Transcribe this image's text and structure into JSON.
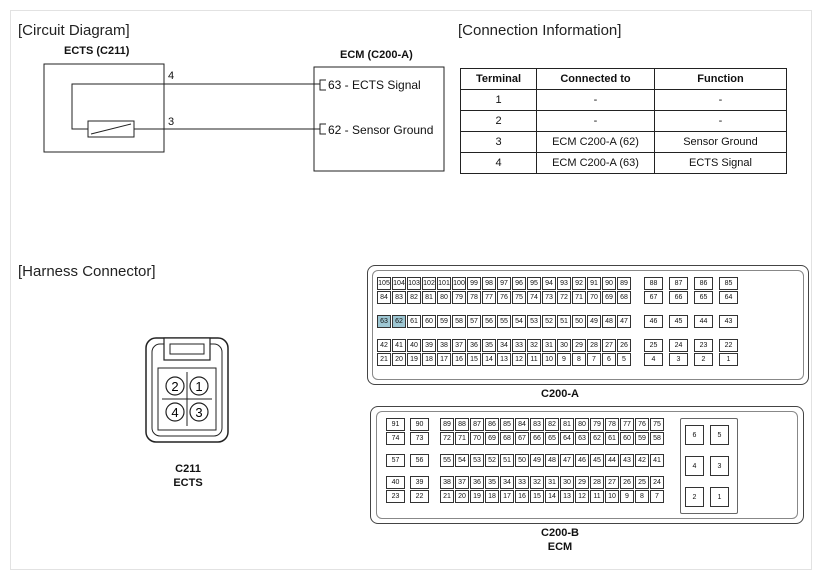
{
  "circuit": {
    "title": "[Circuit Diagram]",
    "ects_label": "ECTS (C211)",
    "ecm_label": "ECM (C200-A)",
    "pin4": "4",
    "pin3": "3",
    "ecm_pin63": "63 - ECTS Signal",
    "ecm_pin62": "62 - Sensor Ground"
  },
  "connection": {
    "title": "[Connection Information]",
    "headers": [
      "Terminal",
      "Connected to",
      "Function"
    ],
    "rows": [
      [
        "1",
        "-",
        "-"
      ],
      [
        "2",
        "-",
        "-"
      ],
      [
        "3",
        "ECM C200-A (62)",
        "Sensor Ground"
      ],
      [
        "4",
        "ECM C200-A (63)",
        "ECTS Signal"
      ]
    ]
  },
  "harness": {
    "title": "[Harness Connector]",
    "c211_pins": [
      "2",
      "1",
      "4",
      "3"
    ],
    "c211_caption1": "C211",
    "c211_caption2": "ECTS"
  },
  "c200a": {
    "caption": "C200-A",
    "highlight_color": "#9ec7d3",
    "main_rows": [
      [
        "105",
        "104",
        "103",
        "102",
        "101",
        "100",
        "99",
        "98",
        "97",
        "96",
        "95",
        "94",
        "93",
        "92",
        "91",
        "90",
        "89"
      ],
      [
        "84",
        "83",
        "82",
        "81",
        "80",
        "79",
        "78",
        "77",
        "76",
        "75",
        "74",
        "73",
        "72",
        "71",
        "70",
        "69",
        "68"
      ],
      [
        "63",
        "62",
        "61",
        "60",
        "59",
        "58",
        "57",
        "56",
        "55",
        "54",
        "53",
        "52",
        "51",
        "50",
        "49",
        "48",
        "47"
      ],
      [
        "42",
        "41",
        "40",
        "39",
        "38",
        "37",
        "36",
        "35",
        "34",
        "33",
        "32",
        "31",
        "30",
        "29",
        "28",
        "27",
        "26"
      ],
      [
        "21",
        "20",
        "19",
        "18",
        "17",
        "16",
        "15",
        "14",
        "13",
        "12",
        "11",
        "10",
        "9",
        "8",
        "7",
        "6",
        "5"
      ]
    ],
    "side_rows": [
      [
        "88",
        "87",
        "86",
        "85"
      ],
      [
        "67",
        "66",
        "65",
        "64"
      ],
      [
        "46",
        "45",
        "44",
        "43"
      ],
      [
        "25",
        "24",
        "23",
        "22"
      ],
      [
        "4",
        "3",
        "2",
        "1"
      ]
    ],
    "highlighted": [
      "63",
      "62"
    ]
  },
  "c200b": {
    "caption1": "C200-B",
    "caption2": "ECM",
    "left_rows": [
      [
        "91",
        "90"
      ],
      [
        "74",
        "73"
      ],
      [
        "57",
        "56"
      ],
      [
        "40",
        "39"
      ],
      [
        "23",
        "22"
      ]
    ],
    "main_rows": [
      [
        "89",
        "88",
        "87",
        "86",
        "85",
        "84",
        "83",
        "82",
        "81",
        "80",
        "79",
        "78",
        "77",
        "76",
        "75"
      ],
      [
        "72",
        "71",
        "70",
        "69",
        "68",
        "67",
        "66",
        "65",
        "64",
        "63",
        "62",
        "61",
        "60",
        "59",
        "58"
      ],
      [
        "55",
        "54",
        "53",
        "52",
        "51",
        "50",
        "49",
        "48",
        "47",
        "46",
        "45",
        "44",
        "43",
        "42",
        "41"
      ],
      [
        "38",
        "37",
        "36",
        "35",
        "34",
        "33",
        "32",
        "31",
        "30",
        "29",
        "28",
        "27",
        "26",
        "25",
        "24"
      ],
      [
        "21",
        "20",
        "19",
        "18",
        "17",
        "16",
        "15",
        "14",
        "13",
        "12",
        "11",
        "10",
        "9",
        "8",
        "7"
      ]
    ],
    "right_rows": [
      [
        "6",
        "5"
      ],
      [
        "4",
        "3"
      ],
      [
        "2",
        "1"
      ]
    ]
  }
}
